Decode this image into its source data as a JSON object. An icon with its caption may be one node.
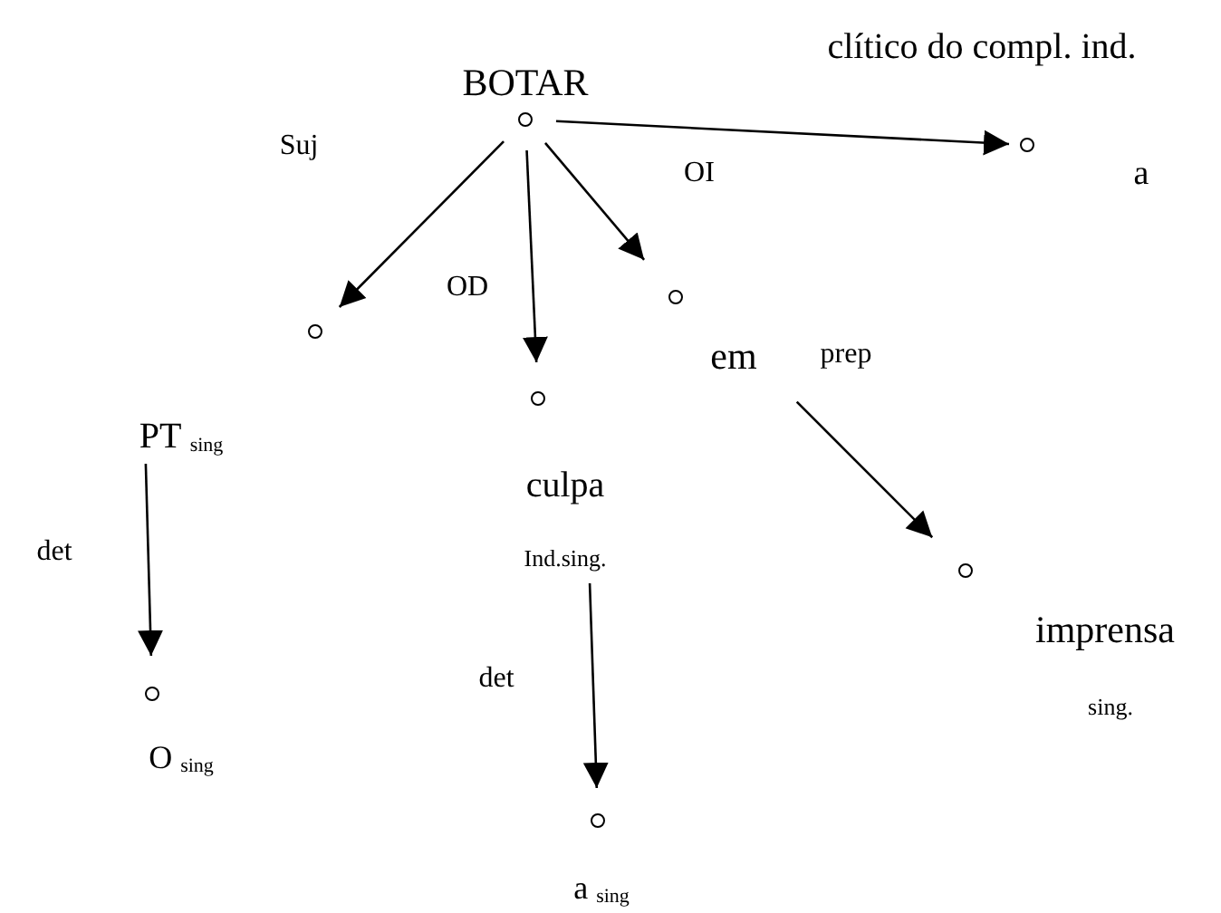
{
  "diagram": {
    "nodes": [
      {
        "text": [],
        "shape": "circle",
        "beside": [
          "BOTAR"
        ]
      },
      {
        "text": [],
        "shape": "circle",
        "beside": [
          "clítico do compl. ind.",
          "a"
        ]
      },
      {
        "text": [],
        "shape": "circle",
        "beside": [
          "PT $_{sing}$"
        ]
      },
      {
        "text": [],
        "shape": "circle",
        "beside": [
          "culpa",
          "Ind.sing."
        ]
      },
      {
        "text": [],
        "shape": "circle",
        "beside": [
          "em"
        ]
      },
      {
        "text": [],
        "shape": "circle",
        "beside": [
          "O $_{sing}$"
        ]
      },
      {
        "text": [],
        "shape": "circle",
        "beside": [
          "a $_{sing}$"
        ]
      },
      {
        "text": [],
        "shape": "circle",
        "beside": [
          "imprensa",
          "sing."
        ]
      }
    ],
    "edges": [
      {
        "from": 0,
        "to": 1,
        "arrow": "to"
      },
      {
        "from": 0,
        "to": 2,
        "arrow": "to",
        "label": "Suj"
      },
      {
        "from": 0,
        "to": 3,
        "arrow": "to",
        "label": "OD"
      },
      {
        "from": 0,
        "to": 4,
        "arrow": "to",
        "label": "OI"
      },
      {
        "from": 2,
        "to": 5,
        "arrow": "to",
        "label": "det"
      },
      {
        "from": 3,
        "to": 6,
        "arrow": "to",
        "label": "det"
      },
      {
        "from": 4,
        "to": 7,
        "arrow": "to",
        "label": "prep"
      }
    ]
  }
}
